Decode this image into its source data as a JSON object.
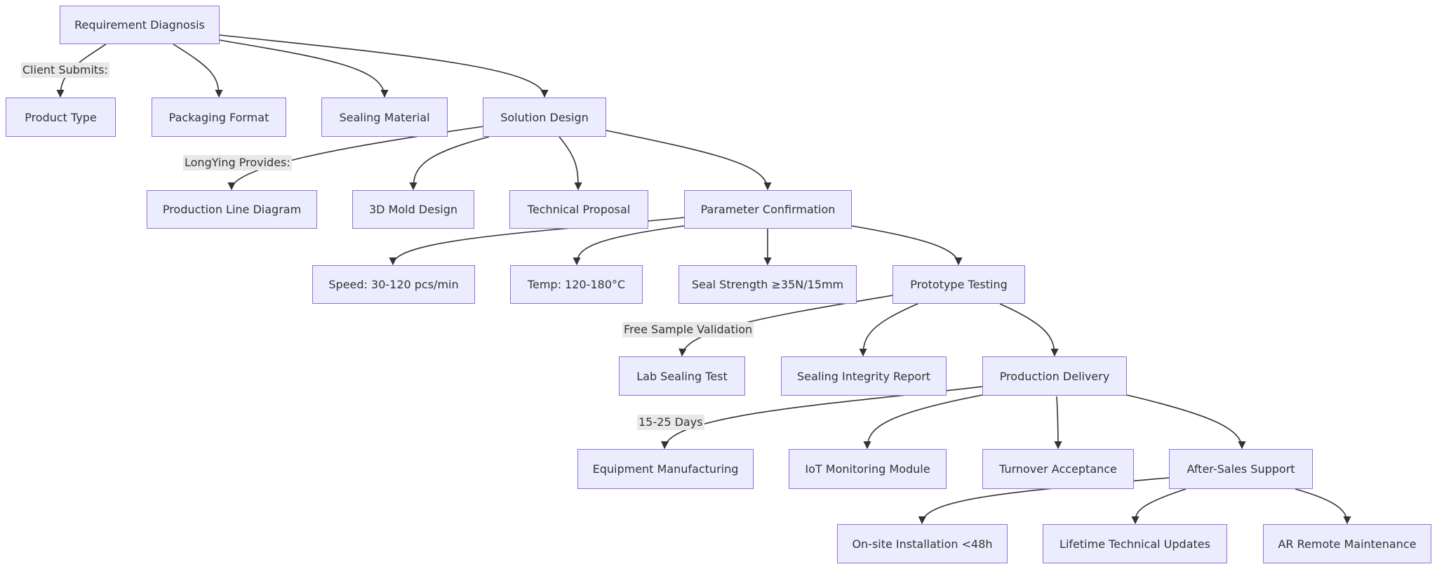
{
  "diagram": {
    "colors": {
      "node_fill": "#ececff",
      "node_border": "#9370db",
      "edge": "#333333",
      "label_bg": "#e8e8e8",
      "text": "#333333"
    },
    "nodes": {
      "requirement_diagnosis": "Requirement Diagnosis",
      "product_type": "Product Type",
      "packaging_format": "Packaging Format",
      "sealing_material": "Sealing Material",
      "solution_design": "Solution Design",
      "production_line_diagram": "Production Line Diagram",
      "mold_design_3d": "3D Mold Design",
      "technical_proposal": "Technical Proposal",
      "parameter_confirmation": "Parameter Confirmation",
      "speed": "Speed: 30-120 pcs/min",
      "temp": "Temp: 120-180°C",
      "seal_strength": "Seal Strength ≥35N/15mm",
      "prototype_testing": "Prototype Testing",
      "lab_sealing_test": "Lab Sealing Test",
      "sealing_integrity_report": "Sealing Integrity Report",
      "production_delivery": "Production Delivery",
      "equipment_manufacturing": "Equipment Manufacturing",
      "iot_monitoring_module": "IoT Monitoring Module",
      "turnover_acceptance": "Turnover Acceptance",
      "after_sales_support": "After-Sales Support",
      "onsite_installation": "On-site Installation <48h",
      "lifetime_technical_updates": "Lifetime Technical Updates",
      "ar_remote_maintenance": "AR Remote Maintenance"
    },
    "edge_labels": {
      "client_submits": "Client Submits:",
      "longying_provides": "LongYing Provides:",
      "free_sample_validation": "Free Sample Validation",
      "days": "15-25 Days"
    }
  }
}
